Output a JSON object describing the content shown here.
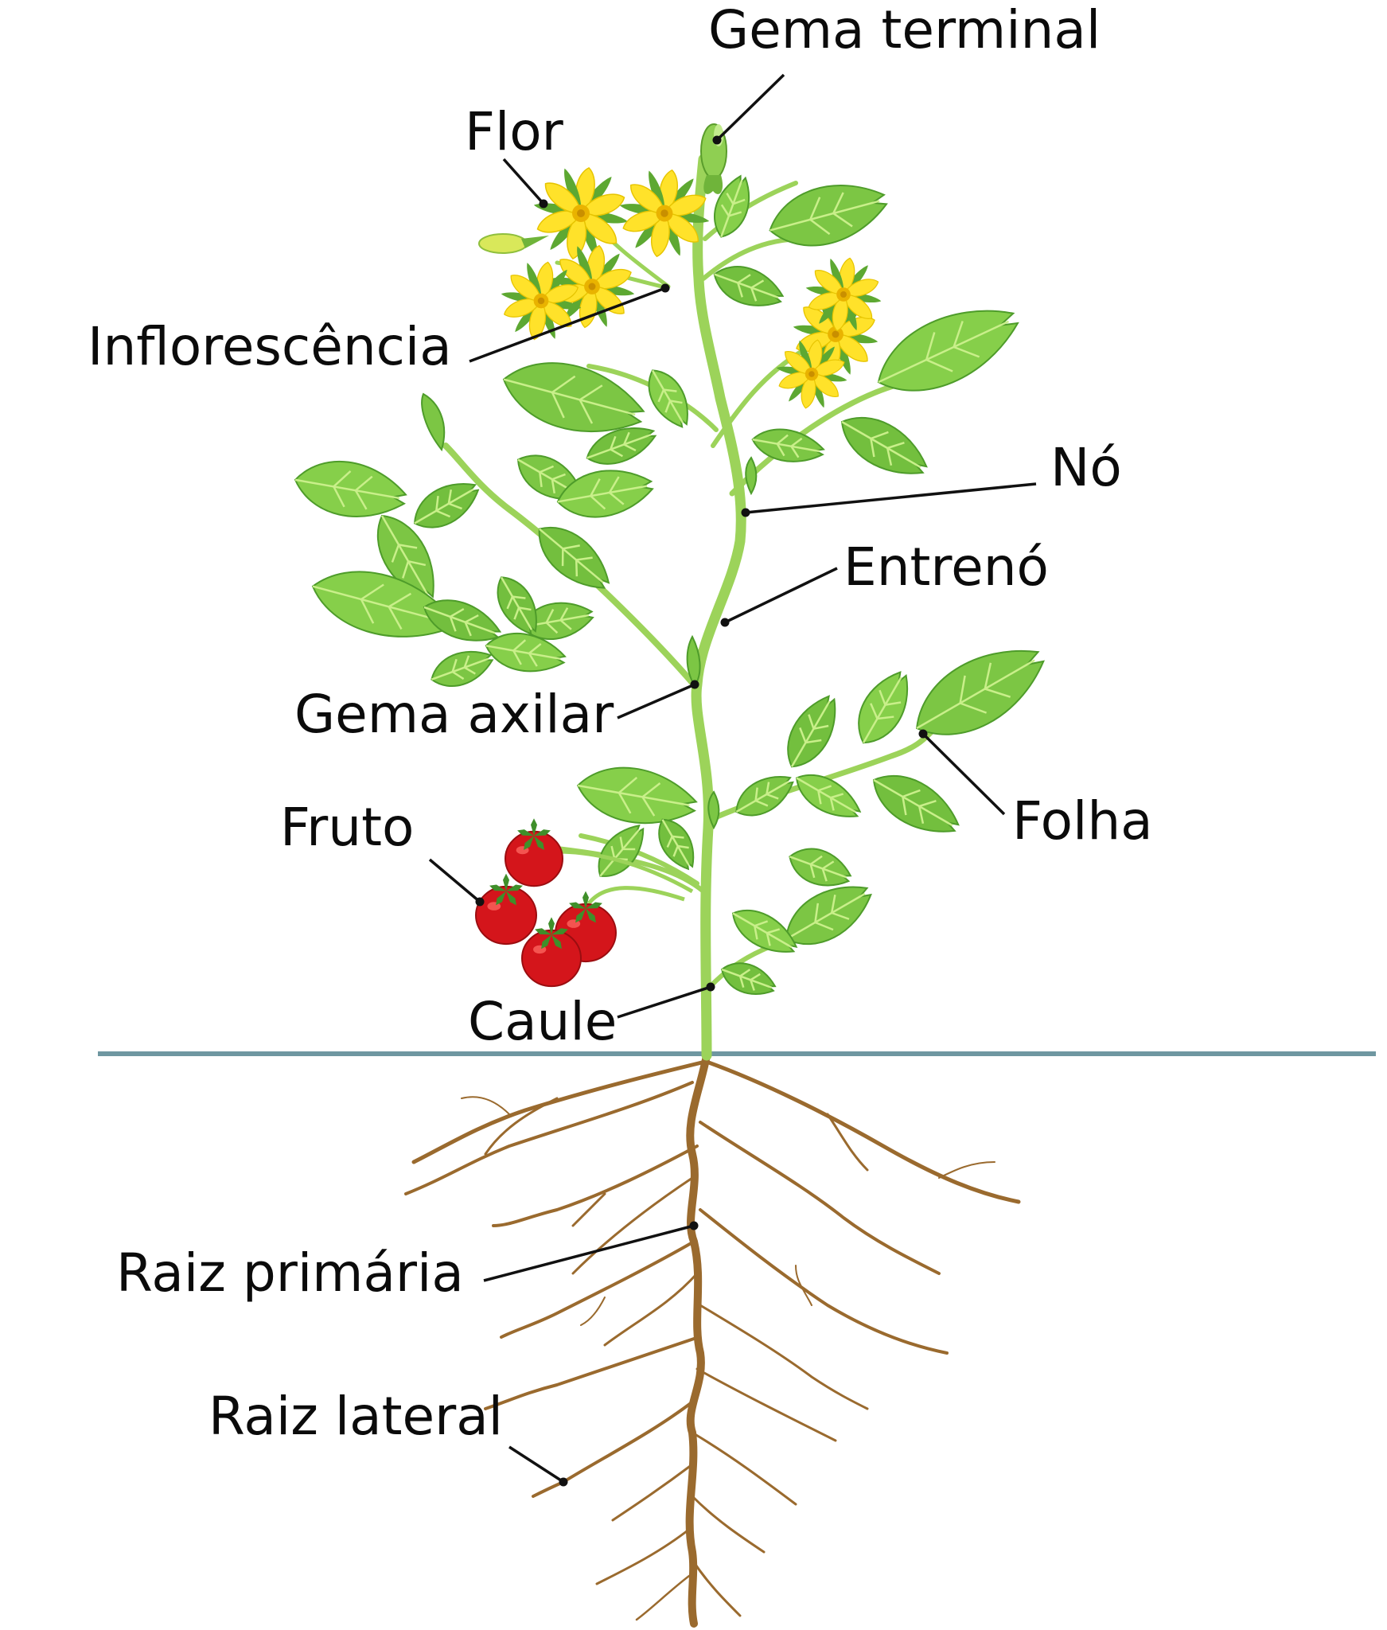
{
  "labels": {
    "gema_terminal": "Gema terminal",
    "flor": "Flor",
    "inflorescencia": "Inflorescência",
    "no": "Nó",
    "entreno": "Entrenó",
    "gema_axilar": "Gema axilar",
    "folha": "Folha",
    "fruto": "Fruto",
    "caule": "Caule",
    "raiz_primaria": "Raiz primária",
    "raiz_lateral": "Raiz lateral"
  },
  "colors": {
    "leaf": "#7cc644",
    "leaf_light": "#a5dd6a",
    "stem": "#9cd35a",
    "flower": "#ffe22a",
    "flower_center": "#e9b300",
    "fruit": "#d4151b",
    "root": "#9a6a2e",
    "ground_line": "#6f97a1"
  }
}
